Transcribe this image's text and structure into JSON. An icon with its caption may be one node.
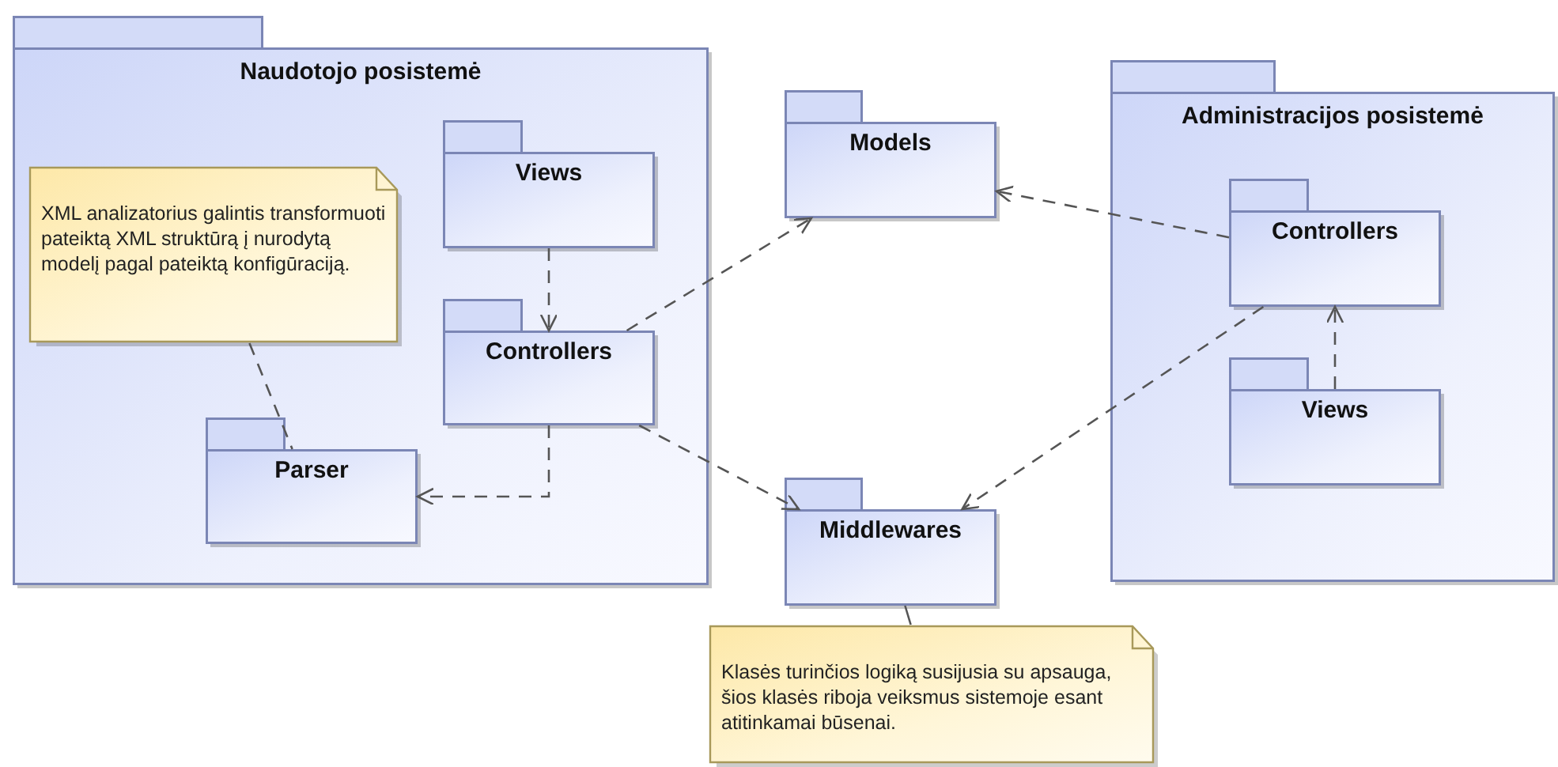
{
  "diagram": {
    "nodes": [
      {
        "text": [
          "Naudotojo posistemė"
        ]
      },
      {
        "text": [
          "XML analizatorius galintis transformuoti pateiktą XML struktūrą į nurodytą modelį pagal pateiktą konfigūraciją."
        ],
        "in": 0
      },
      {
        "text": [
          "Views"
        ],
        "in": 0
      },
      {
        "text": [
          "Controllers"
        ],
        "in": 0
      },
      {
        "text": [
          "Parser"
        ],
        "in": 0
      },
      {
        "text": [
          "Models"
        ]
      },
      {
        "text": [
          "Middlewares"
        ]
      },
      {
        "text": [
          "Administracijos posistemė"
        ]
      },
      {
        "text": [
          "Controllers"
        ],
        "in": 7
      },
      {
        "text": [
          "Views"
        ],
        "in": 7
      },
      {
        "text": [
          "Klasės turinčios logiką susijusia su apsauga, šios klasės riboja veiksmus sistemoje esant atitinkamai būsenai."
        ]
      }
    ],
    "edges": [
      {
        "from": 2,
        "to": 3,
        "arrow": "to",
        "style": "dashed"
      },
      {
        "from": 3,
        "to": 5,
        "arrow": "to",
        "style": "dashed"
      },
      {
        "from": 3,
        "to": 4,
        "arrow": "to",
        "style": "dashed"
      },
      {
        "from": 3,
        "to": 6,
        "arrow": "to",
        "style": "dashed"
      },
      {
        "from": 8,
        "to": 5,
        "arrow": "to",
        "style": "dashed"
      },
      {
        "from": 8,
        "to": 6,
        "arrow": "to",
        "style": "dashed"
      },
      {
        "from": 9,
        "to": 8,
        "arrow": "to",
        "style": "dashed"
      },
      {
        "from": 1,
        "to": 4,
        "arrow": "none",
        "style": "dashed"
      },
      {
        "from": 10,
        "to": 6,
        "arrow": "none"
      }
    ]
  }
}
